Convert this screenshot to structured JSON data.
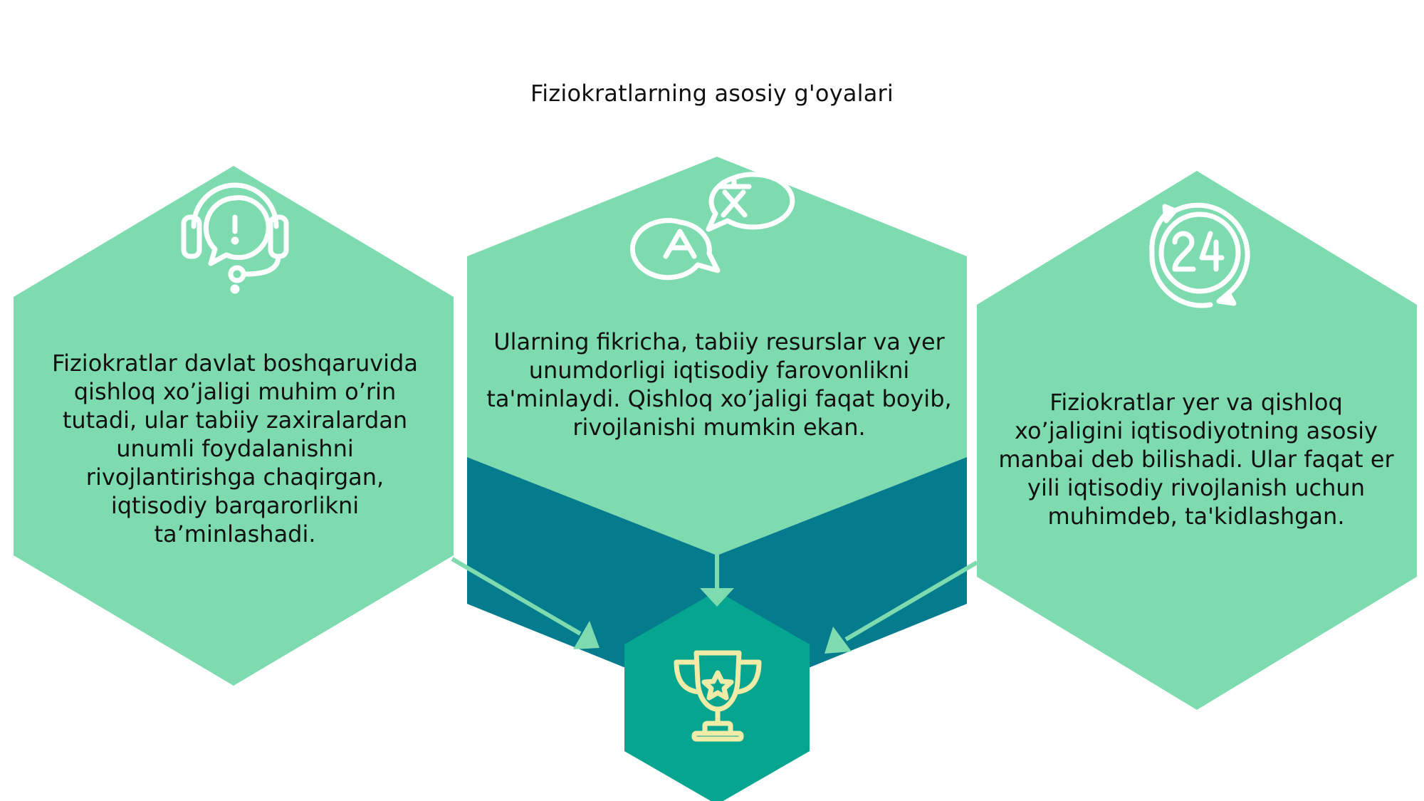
{
  "title": "Fiziokratlarning asosiy g'oyalari",
  "colors": {
    "light_green": "#7ddbaf",
    "dark_teal": "#047c8e",
    "center_teal": "#05a58f",
    "trophy": "#f0eca8",
    "icon_white": "#ffffff"
  },
  "blocks": [
    {
      "icon": "headset-icon",
      "text": "Fiziokratlar davlat boshqaruvida qishloq xo’jaligi muhim o’rin tutadi, ular tabiiy zaxiralardan unumli foydalanishni rivojlantirishga chaqirgan, iqtisodiy barqarorlikni ta’minlashadi."
    },
    {
      "icon": "translate-icon",
      "text": "Ularning fikricha, tabiiy resurslar va yer unumdorligi iqtisodiy farovonlikni ta'minlaydi. Qishloq xo’jaligi faqat boyib, rivojlanishi mumkin ekan."
    },
    {
      "icon": "clock-24-icon",
      "text": "Fiziokratlar yer va qishloq xo’jaligini iqtisodiyotning asosiy manbai deb bilishadi. Ular faqat er yili iqtisodiy rivojlanish uchun muhimdeb, ta'kidlashgan."
    }
  ],
  "center_icon": "trophy-icon"
}
